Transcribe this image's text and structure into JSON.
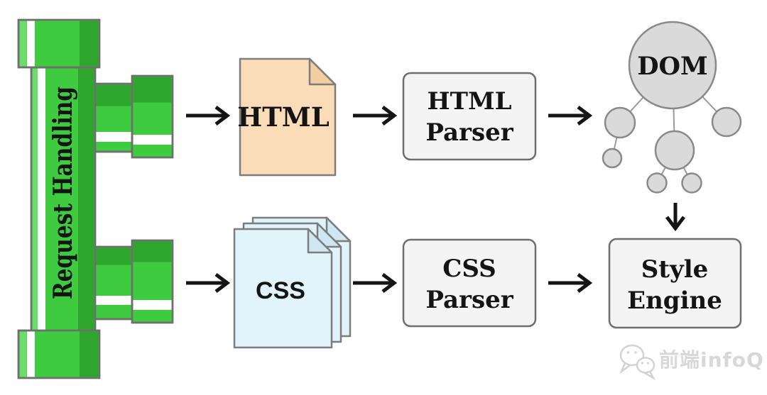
{
  "diagram": {
    "pipe": {
      "label": "Request Handling"
    },
    "html_flow": {
      "doc_label": "HTML",
      "parser_line1": "HTML",
      "parser_line2": "Parser",
      "dom_label": "DOM"
    },
    "css_flow": {
      "doc_label": "CSS",
      "parser_line1": "CSS",
      "parser_line2": "Parser",
      "engine_line1": "Style",
      "engine_line2": "Engine"
    },
    "watermark": {
      "label": "前端infoQ",
      "icon": "wechat-icon"
    },
    "colors": {
      "pipe_green": "#3FCB3F",
      "pipe_green_dark": "#2EA62E",
      "pipe_green_light": "#6ADD6A",
      "pipe_outline": "#6F6F6F",
      "html_doc_fill": "#FBDCB9",
      "html_doc_fold": "#F3CD9F",
      "css_doc_fill": "#E1F4FB",
      "css_doc_fold": "#CDE8F3",
      "box_fill": "#F4F4F4",
      "node_fill": "#DADADA",
      "arrow_black": "#141414",
      "background": "#FFFFFF"
    }
  }
}
